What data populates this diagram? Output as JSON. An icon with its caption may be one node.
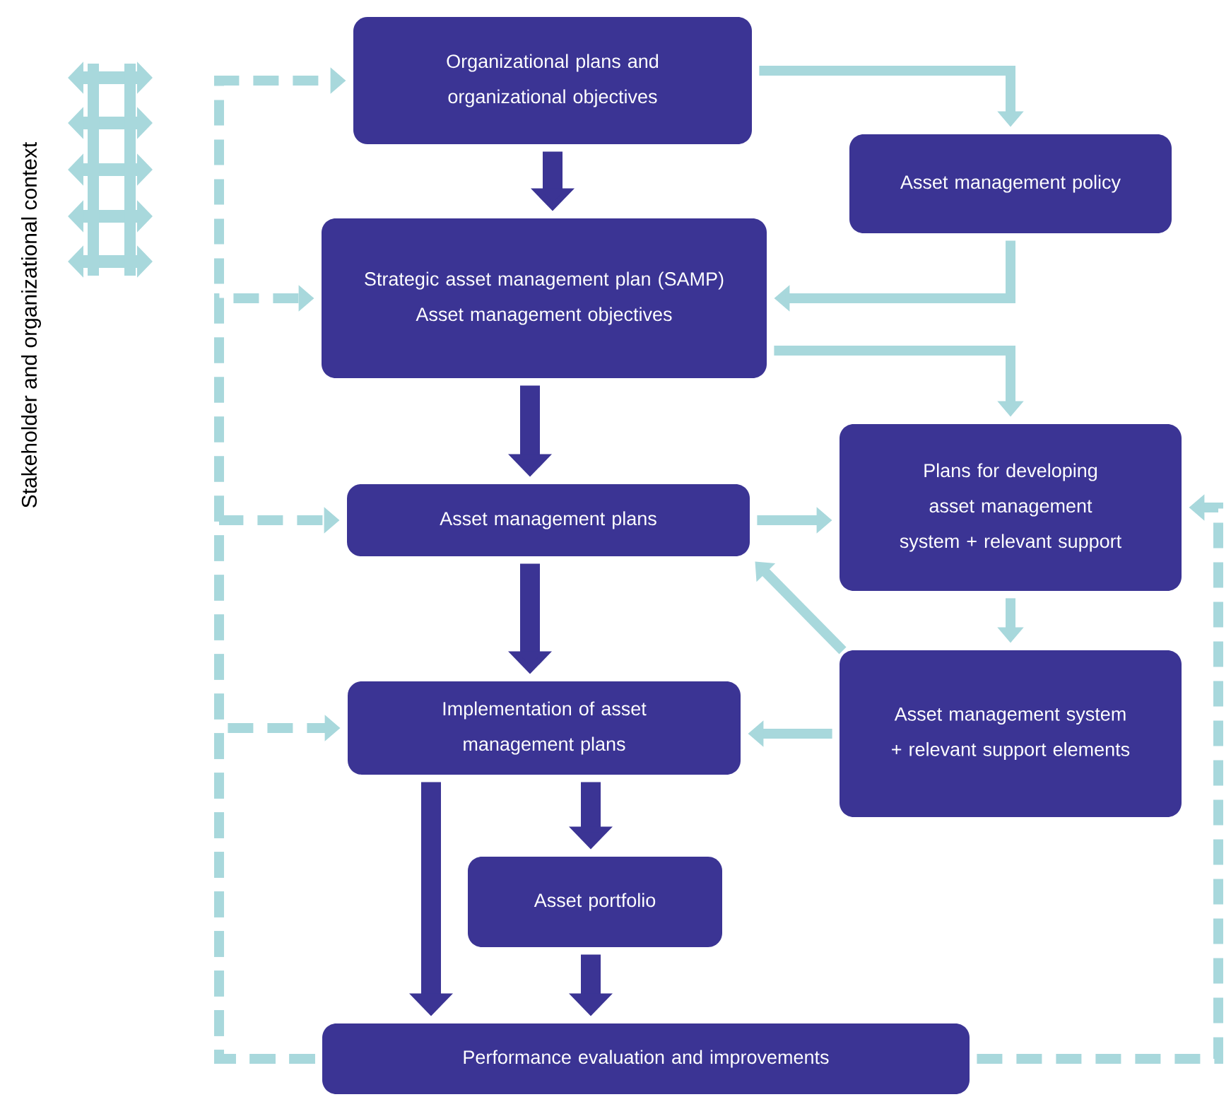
{
  "diagram": {
    "nodes": [
      {
        "text": [
          "Organizational plans and organizational objectives"
        ]
      },
      {
        "text": [
          "Asset management policy"
        ]
      },
      {
        "text": [
          "Strategic asset management plan (SAMP)",
          "Asset management objectives"
        ]
      },
      {
        "text": [
          "Asset management plans"
        ]
      },
      {
        "text": [
          "Plans for developing asset management system + relevant support"
        ]
      },
      {
        "text": [
          "Implementation of asset management plans"
        ]
      },
      {
        "text": [
          "Asset management system + relevant support elements"
        ]
      },
      {
        "text": [
          "Asset portfolio"
        ]
      },
      {
        "text": [
          "Performance evaluation and improvements"
        ]
      }
    ],
    "edges": [
      {
        "from": 0,
        "to": 2,
        "arrow": "to",
        "style": "thick",
        "color": "#3b3494"
      },
      {
        "from": 2,
        "to": 3,
        "arrow": "to",
        "style": "thick",
        "color": "#3b3494"
      },
      {
        "from": 3,
        "to": 5,
        "arrow": "to",
        "style": "thick",
        "color": "#3b3494"
      },
      {
        "from": 5,
        "to": 7,
        "arrow": "to",
        "style": "thick",
        "color": "#3b3494"
      },
      {
        "from": 7,
        "to": 8,
        "arrow": "to",
        "style": "thick",
        "color": "#3b3494"
      },
      {
        "from": 5,
        "to": 8,
        "arrow": "to",
        "style": "thick",
        "color": "#3b3494"
      },
      {
        "from": 0,
        "to": 1,
        "arrow": "to"
      },
      {
        "from": 1,
        "to": 2,
        "arrow": "to"
      },
      {
        "from": 2,
        "to": 4,
        "arrow": "to"
      },
      {
        "from": 3,
        "to": 4,
        "arrow": "to"
      },
      {
        "from": 4,
        "to": 6,
        "arrow": "to"
      },
      {
        "from": 6,
        "to": 3,
        "arrow": "to"
      },
      {
        "from": 6,
        "to": 5,
        "arrow": "to"
      },
      {
        "from": 8,
        "to": 0,
        "arrow": "to",
        "style": "dashed"
      },
      {
        "from": 8,
        "to": 2,
        "arrow": "to",
        "style": "dashed"
      },
      {
        "from": 8,
        "to": 3,
        "arrow": "to",
        "style": "dashed"
      },
      {
        "from": 8,
        "to": 5,
        "arrow": "to",
        "style": "dashed"
      },
      {
        "from": 8,
        "to": 4,
        "arrow": "to",
        "style": "dashed"
      }
    ],
    "labels": [
      "Stakeholder and organizational context"
    ]
  }
}
